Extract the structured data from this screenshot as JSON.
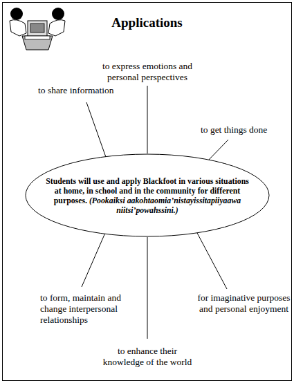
{
  "diagram": {
    "title": "Applications",
    "nodes": [
      {
        "text": [
          "Students will use and apply Blackfoot in various situations at home, in school and in the community for different purposes.",
          "(Pookaiksi aakohtaomia’nistayissitapiiyaawa niitsi’powahssini.)"
        ]
      }
    ],
    "labels": [
      "to express emotions and personal perspectives",
      "to share information",
      "to get things done",
      "to form, maintain and change interpersonal relationships",
      "for imaginative purposes and personal enjoyment",
      "to enhance their knowledge of the world"
    ]
  }
}
